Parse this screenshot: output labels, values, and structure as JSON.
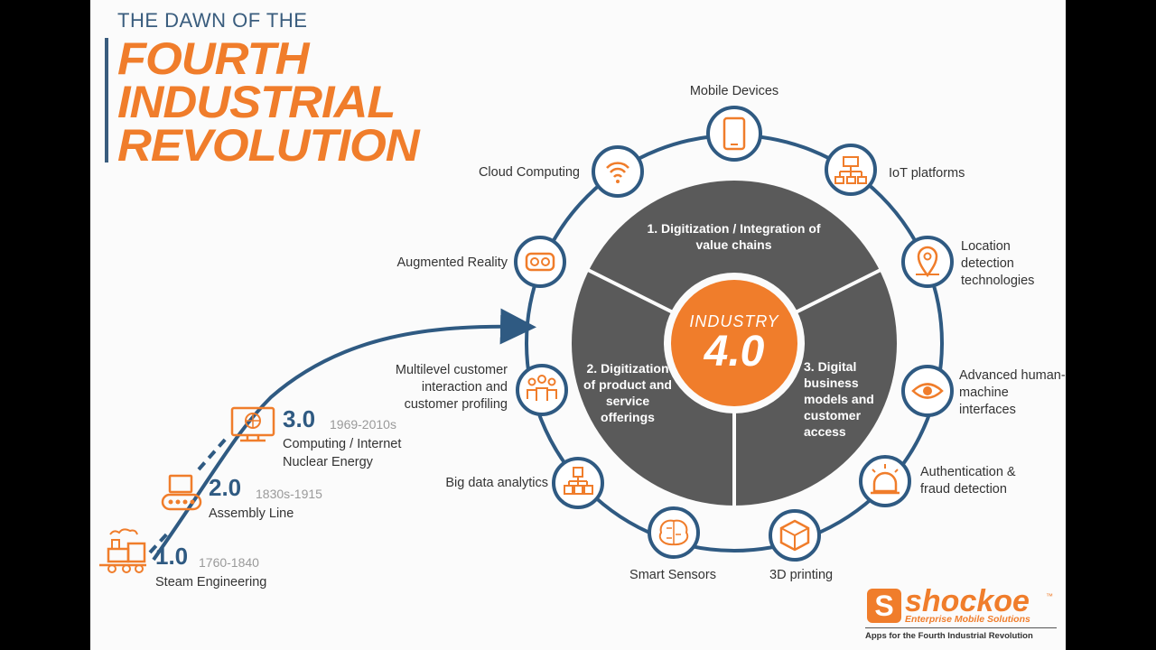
{
  "title": {
    "small": "THE DAWN OF THE",
    "line1": "FOURTH",
    "line2": "INDUSTRIAL",
    "line3": "REVOLUTION"
  },
  "center": {
    "label": "INDUSTRY",
    "number": "4.0"
  },
  "segments": {
    "top": "1. Digitization / Integration of value chains",
    "left": "2. Digitization of product and service offerings",
    "right": "3. Digital business models and customer access"
  },
  "ring_items": [
    {
      "label": "Mobile Devices",
      "icon": "smartphone-icon"
    },
    {
      "label": "IoT platforms",
      "icon": "network-icon"
    },
    {
      "label": "Location detection technologies",
      "icon": "location-pin-icon"
    },
    {
      "label": "Advanced human-machine interfaces",
      "icon": "eye-icon"
    },
    {
      "label": "Authentication & fraud detection",
      "icon": "alarm-light-icon"
    },
    {
      "label": "3D printing",
      "icon": "cube-icon"
    },
    {
      "label": "Smart Sensors",
      "icon": "brain-icon"
    },
    {
      "label": "Big data analytics",
      "icon": "data-hierarchy-icon"
    },
    {
      "label": "Multilevel customer interaction and customer profiling",
      "icon": "people-group-icon"
    },
    {
      "label": "Augmented Reality",
      "icon": "vr-goggles-icon"
    },
    {
      "label": "Cloud Computing",
      "icon": "wifi-icon"
    }
  ],
  "eras": [
    {
      "number": "1.0",
      "years": "1760-1840",
      "desc": "Steam Engineering",
      "icon": "steam-train-icon"
    },
    {
      "number": "2.0",
      "years": "1830s-1915",
      "desc": "Assembly Line",
      "icon": "conveyor-belt-icon"
    },
    {
      "number": "3.0",
      "years": "1969-2010s",
      "desc1": "Computing / Internet",
      "desc2": "Nuclear Energy",
      "icon": "computer-globe-icon"
    }
  ],
  "logo": {
    "letter": "S",
    "word": "shockoe",
    "tm": "™",
    "subtitle": "Enterprise Mobile Solutions",
    "tagline": "Apps for the Fourth Industrial Revolution"
  },
  "colors": {
    "orange": "#f07d2b",
    "navy": "#2f5a82",
    "dark_gray": "#5a5a5a",
    "ring_blue": "#2f5a82"
  }
}
